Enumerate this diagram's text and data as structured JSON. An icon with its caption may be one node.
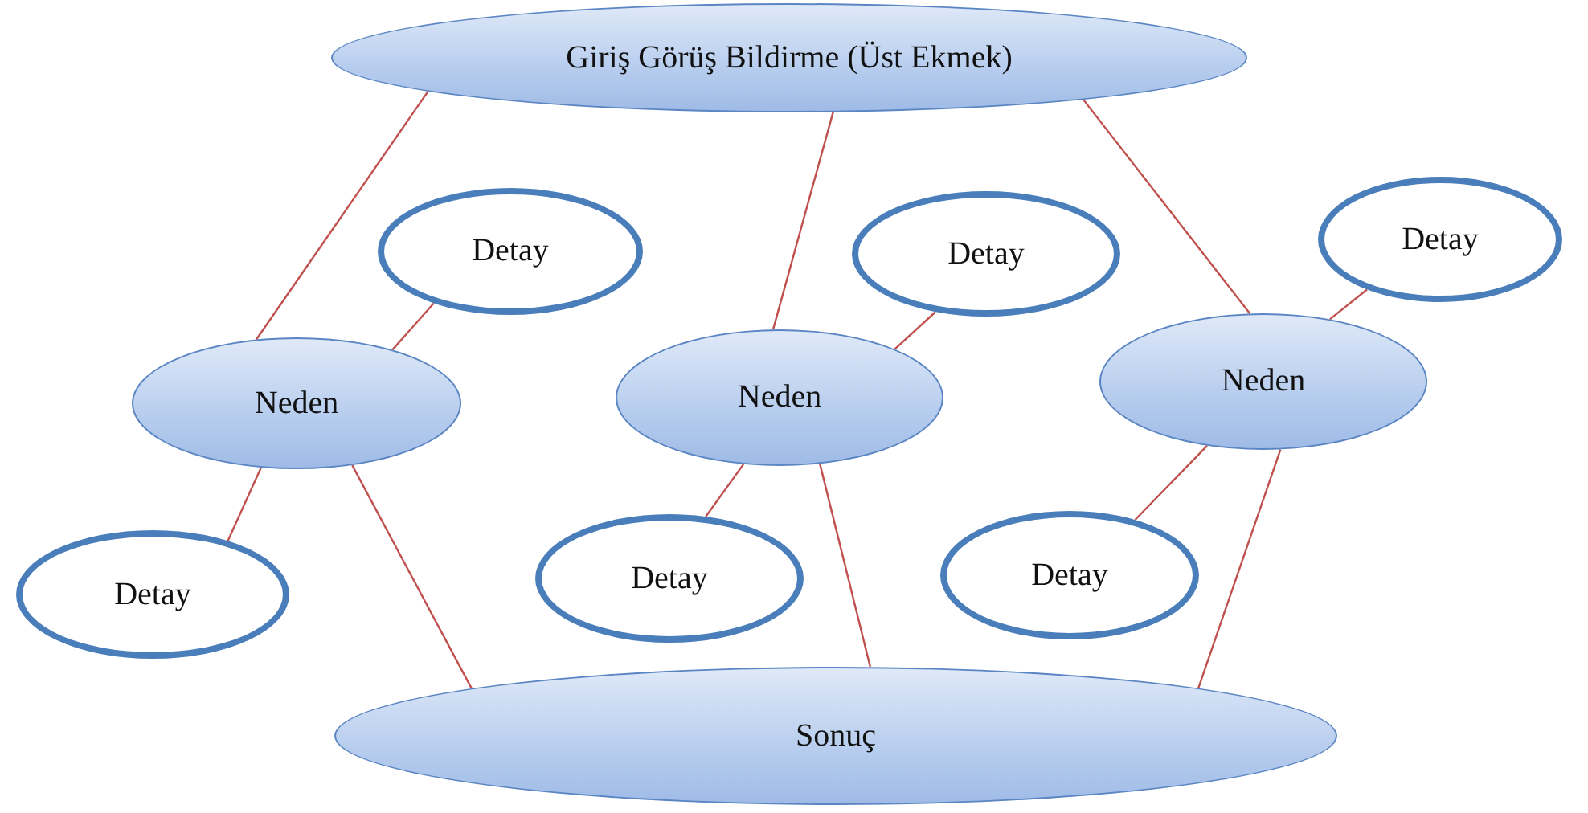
{
  "diagram": {
    "nodes": [
      {
        "text": [
          "Giriş Görüş Bildirme (Üst Ekmek)"
        ]
      },
      {
        "text": [
          "Detay"
        ]
      },
      {
        "text": [
          "Detay"
        ]
      },
      {
        "text": [
          "Detay"
        ]
      },
      {
        "text": [
          "Neden"
        ]
      },
      {
        "text": [
          "Neden"
        ]
      },
      {
        "text": [
          "Neden"
        ]
      },
      {
        "text": [
          "Detay"
        ]
      },
      {
        "text": [
          "Detay"
        ]
      },
      {
        "text": [
          "Detay"
        ]
      },
      {
        "text": [
          "Sonuç"
        ]
      }
    ],
    "edges": [
      {
        "from": 0,
        "to": 4,
        "arrow": "none"
      },
      {
        "from": 0,
        "to": 5,
        "arrow": "none"
      },
      {
        "from": 0,
        "to": 6,
        "arrow": "none"
      },
      {
        "from": 4,
        "to": 1,
        "arrow": "none"
      },
      {
        "from": 5,
        "to": 2,
        "arrow": "none"
      },
      {
        "from": 6,
        "to": 3,
        "arrow": "none"
      },
      {
        "from": 4,
        "to": 7,
        "arrow": "none"
      },
      {
        "from": 5,
        "to": 8,
        "arrow": "none"
      },
      {
        "from": 6,
        "to": 9,
        "arrow": "none"
      },
      {
        "from": 4,
        "to": 10,
        "arrow": "none"
      },
      {
        "from": 5,
        "to": 10,
        "arrow": "none"
      },
      {
        "from": 6,
        "to": 10,
        "arrow": "none"
      }
    ]
  }
}
